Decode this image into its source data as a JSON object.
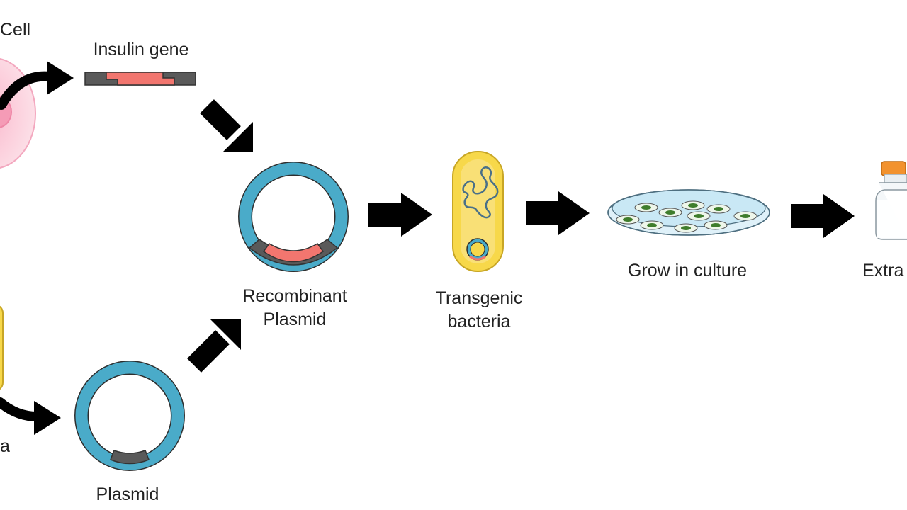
{
  "labels": {
    "human_cell": "Cell",
    "insulin_gene": "Insulin gene",
    "recombinant_line1": "Recombinant",
    "recombinant_line2": "Plasmid",
    "transgenic_line1": "Transgenic",
    "transgenic_line2": "bacteria",
    "grow": "Grow in culture",
    "extract": "Extra",
    "bacteria_partial": "a",
    "plasmid": "Plasmid"
  },
  "colors": {
    "plasmid_ring": "#4aabc9",
    "insulin_segment": "#f2766f",
    "flank_segment": "#5a5a5a",
    "cell_fill": "#fbd3df",
    "bacterium_fill": "#f7d84a",
    "arrow": "#000000"
  }
}
